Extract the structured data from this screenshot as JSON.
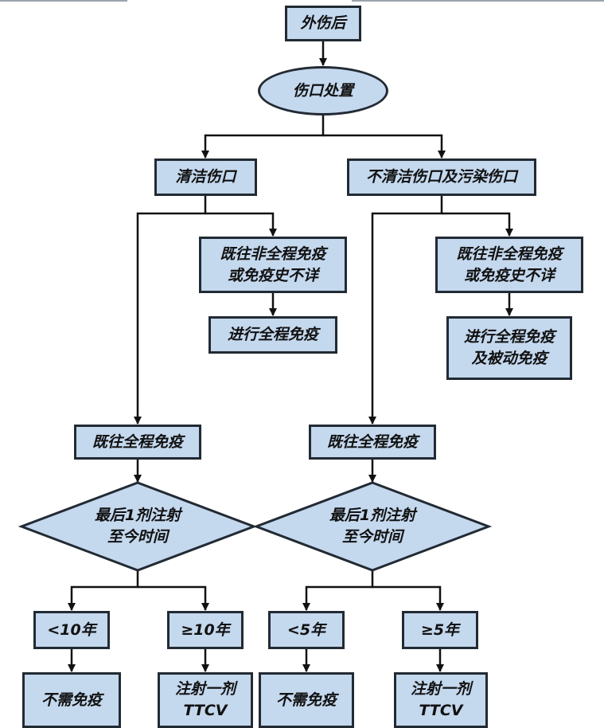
{
  "colors": {
    "fill": "#c4d8ee",
    "stroke": "#222a33",
    "text": "#111111"
  },
  "nodes": {
    "start": "外伤后",
    "wound_care": "伤口处置",
    "clean": "清洁伤口",
    "dirty": "不清洁伤口及污染伤口",
    "clean_incomplete": "既往非全程免疫\n或免疫史不详",
    "clean_full_course": "进行全程免疫",
    "dirty_incomplete": "既往非全程免疫\n或免疫史不详",
    "dirty_full_passive": "进行全程免疫\n及被动免疫",
    "clean_complete": "既往全程免疫",
    "dirty_complete": "既往全程免疫",
    "clean_decision": "最后1剂注射\n至今时间",
    "dirty_decision": "最后1剂注射\n至今时间",
    "clean_lt": "<10年",
    "clean_ge": "≥10年",
    "dirty_lt": "<5年",
    "dirty_ge": "≥5年",
    "clean_no": "不需免疫",
    "clean_ttcv": "注射一剂\nTTCV",
    "dirty_no": "不需免疫",
    "dirty_ttcv": "注射一剂\nTTCV"
  }
}
